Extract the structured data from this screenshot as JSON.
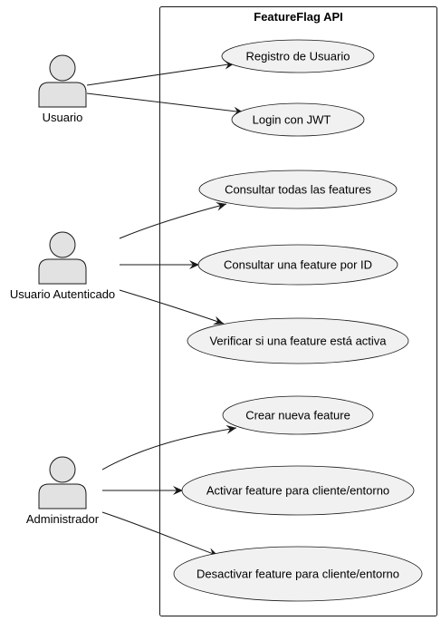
{
  "system": {
    "title": "FeatureFlag API"
  },
  "actors": {
    "usuario": "Usuario",
    "usuario_autenticado": "Usuario Autenticado",
    "administrador": "Administrador"
  },
  "use_cases": {
    "registro": "Registro de Usuario",
    "login": "Login con JWT",
    "consultar_todas": "Consultar todas las features",
    "consultar_una": "Consultar una feature por ID",
    "verificar": "Verificar si una feature está activa",
    "crear": "Crear nueva feature",
    "activar": "Activar feature para cliente/entorno",
    "desactivar": "Desactivar feature para cliente/entorno"
  }
}
